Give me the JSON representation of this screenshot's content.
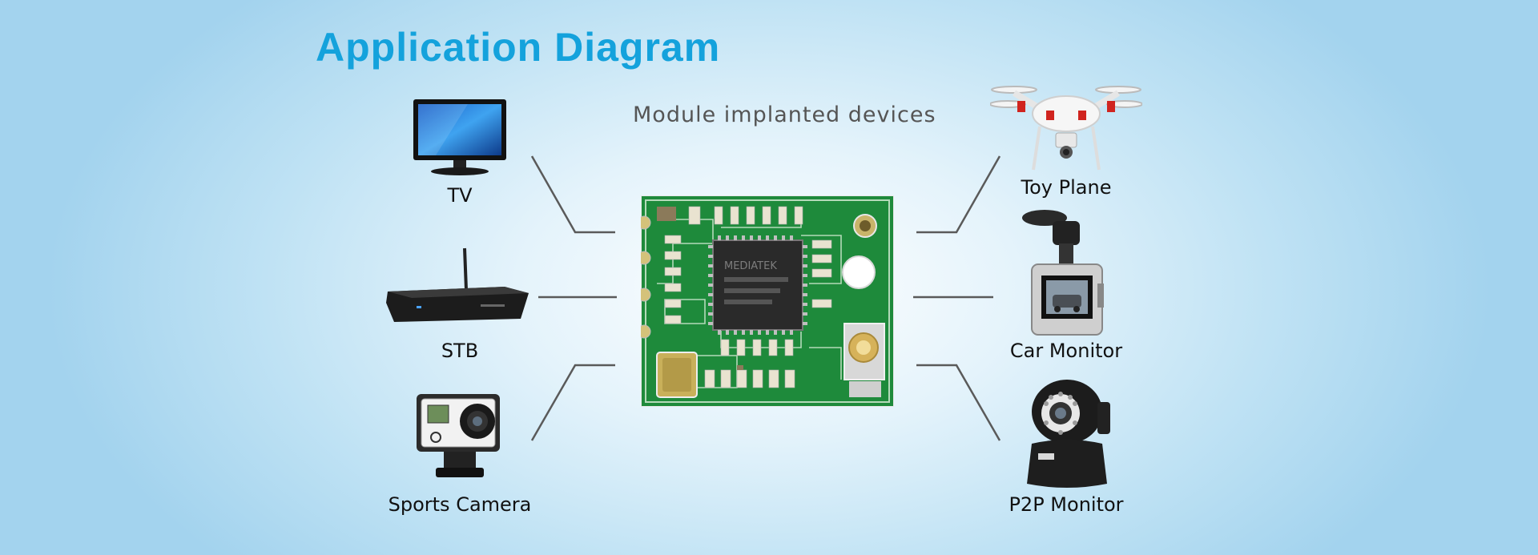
{
  "header": {
    "title": "Application Diagram",
    "subtitle": "Module implanted devices"
  },
  "devices": {
    "tv": "TV",
    "stb": "STB",
    "sports_camera": "Sports Camera",
    "toy_plane": "Toy Plane",
    "car_monitor": "Car Monitor",
    "p2p_monitor": "P2P Monitor"
  },
  "module": {
    "chip_marking": "MEDIATEK"
  },
  "colors": {
    "title": "#14a2dc",
    "pcb_green": "#1f8a3a",
    "connector_line": "#555555"
  }
}
